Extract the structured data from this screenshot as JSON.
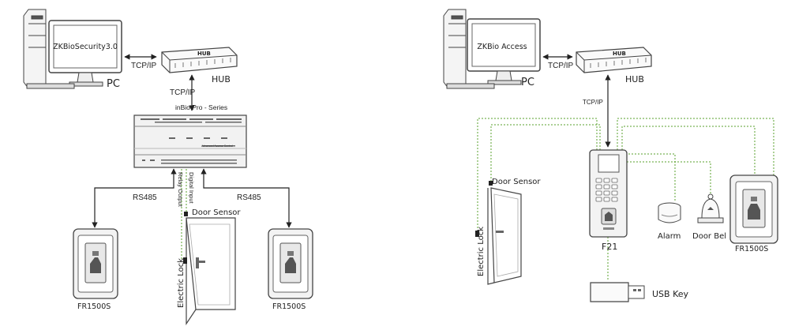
{
  "left": {
    "pc_screen": "ZKBioSecurity3.0",
    "pc_label": "PC",
    "hub_brand": "HUB",
    "hub_label": "HUB",
    "tcpip_horizontal": "TCP/IP",
    "tcpip_vertical": "TCP/IP",
    "controller_title": "inBio Pro - Series",
    "controller_caption": "Advanced Access Control",
    "rs485_left": "RS485",
    "rs485_right": "RS485",
    "relay_output": "Relay Output",
    "digital_input": "Digital Input",
    "door_sensor": "Door Sensor",
    "electric_lock": "Electric Lock",
    "reader_left": "FR1500S",
    "reader_right": "FR1500S"
  },
  "right": {
    "pc_screen": "ZKBio Access",
    "pc_label": "PC",
    "hub_brand": "HUB",
    "hub_label": "HUB",
    "tcpip_horizontal": "TCP/IP",
    "tcpip_vertical": "TCP/IP",
    "terminal_label": "F21",
    "door_sensor": "Door Sensor",
    "electric_lock": "Electric Lock",
    "alarm": "Alarm",
    "door_bell": "Door Bel",
    "reader": "FR1500S",
    "usb_key": "USB Key"
  },
  "colors": {
    "line": "#222222",
    "wire_green": "#5aa02c",
    "device_body": "#eeeeee",
    "outline": "#444444"
  }
}
